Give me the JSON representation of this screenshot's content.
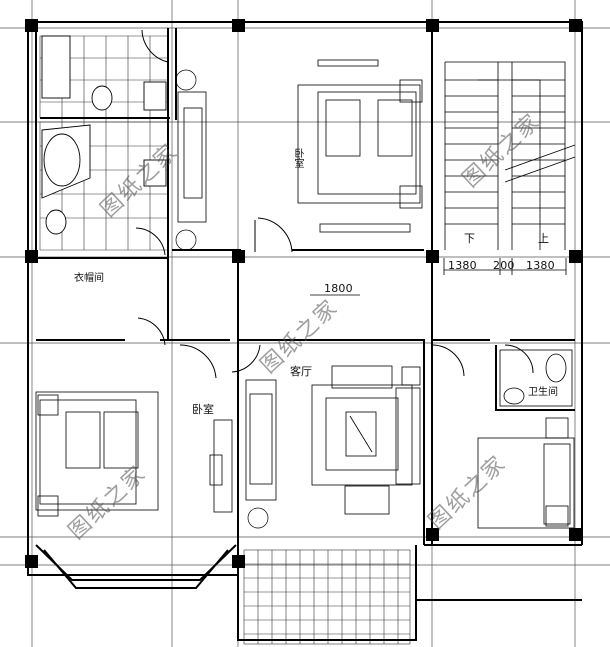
{
  "rooms": {
    "bedroom_upper": "卧室",
    "bedroom_lower": "卧室",
    "living_room": "客厅",
    "cloakroom": "衣帽间",
    "bathroom_small": "卫生间"
  },
  "stairs": {
    "down": "下",
    "up": "上"
  },
  "dimensions": {
    "d1": "1380",
    "d2": "200",
    "d3": "1380",
    "corridor": "1800"
  },
  "watermark": "图纸之家"
}
